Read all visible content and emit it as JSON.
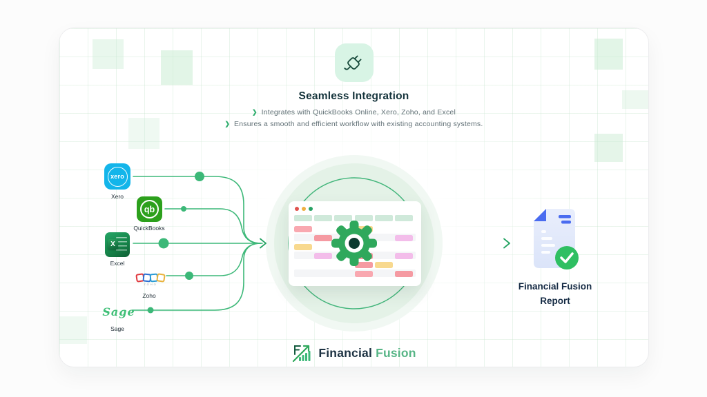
{
  "header": {
    "title": "Seamless Integration",
    "bullets": [
      "Integrates with QuickBooks Online, Xero, Zoho, and Excel",
      "Ensures a smooth and efficient workflow with existing accounting systems."
    ]
  },
  "sources": [
    {
      "label": "Xero",
      "logo_text": "xero",
      "brand_color": "#13b5ea"
    },
    {
      "label": "QuickBooks",
      "logo_text": "qb",
      "brand_color": "#2ca01c"
    },
    {
      "label": "Excel",
      "logo_text": "X",
      "brand_color": "#107c41"
    },
    {
      "label": "Zoho",
      "logo_text": "ZOHO"
    },
    {
      "label": "Sage",
      "logo_text": "Sage",
      "brand_color": "#3fbf77"
    }
  ],
  "output": {
    "label_line1": "Financial Fusion",
    "label_line2": "Report"
  },
  "footer": {
    "brand_bold": "Financial",
    "brand_light": "Fusion"
  },
  "colors": {
    "accent_green": "#2fae6e",
    "gear_green": "#2fa85c",
    "mint_badge": "#d8f4e5",
    "title_dark": "#14333b",
    "report_blue": "#4a6cf0",
    "check_green": "#2fbf62"
  }
}
